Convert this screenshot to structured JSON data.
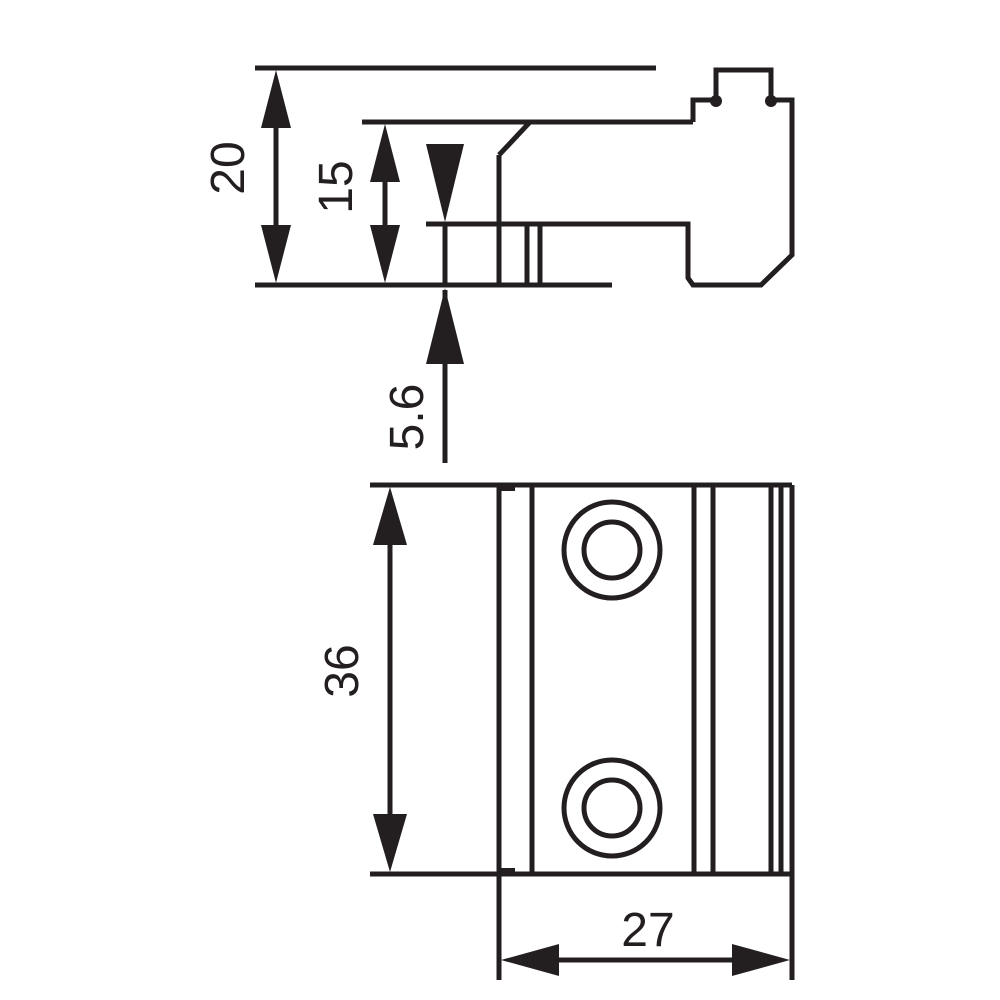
{
  "drawing": {
    "line_color": "#231f20",
    "background": "#ffffff"
  },
  "dimensions": {
    "height_total": "20",
    "height_inner": "15",
    "offset": "5.6",
    "length": "36",
    "width": "27"
  }
}
